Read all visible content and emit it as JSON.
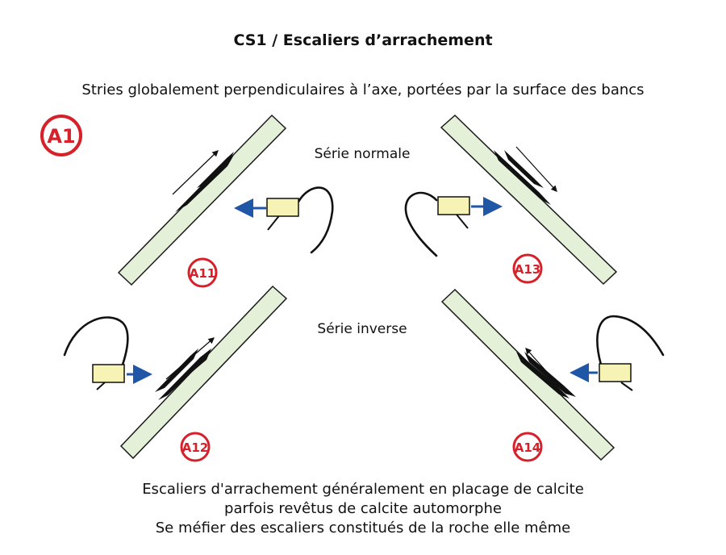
{
  "title": "CS1 / Escaliers d’arrachement",
  "subtitle": "Stries globalement perpendiculaires à l’axe, portées par la surface des bancs",
  "badge_main": "A1",
  "series": {
    "normale": "Série normale",
    "inverse": "Série inverse"
  },
  "panels": {
    "a11": "A11",
    "a12": "A12",
    "a13": "A13",
    "a14": "A14"
  },
  "footer": {
    "line1": "Escaliers d'arrachement généralement en placage de calcite",
    "line2": "parfois revêtus de calcite automorphe",
    "line3": "Se méfier des escaliers constitués de la roche elle même"
  },
  "colors": {
    "accent_red": "#d6202a",
    "bed_fill": "#e5f0d9",
    "marker_fill": "#f6f3b4",
    "arrow_blue": "#1f56a5",
    "ink": "#111111"
  }
}
